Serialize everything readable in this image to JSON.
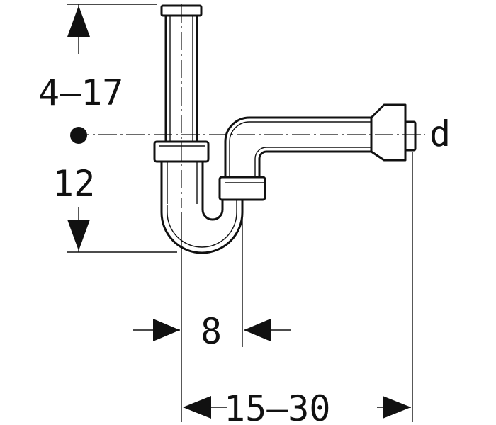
{
  "dimensions": {
    "height_range": "4–17",
    "drop": "12",
    "outlet_offset": "8",
    "wall_distance": "15–30",
    "outlet_diameter": "d"
  },
  "colors": {
    "line": "#111111",
    "background": "#ffffff"
  },
  "icons": {
    "arrowhead": "filled-triangle-arrow",
    "center_point": "filled-circle-dot"
  }
}
